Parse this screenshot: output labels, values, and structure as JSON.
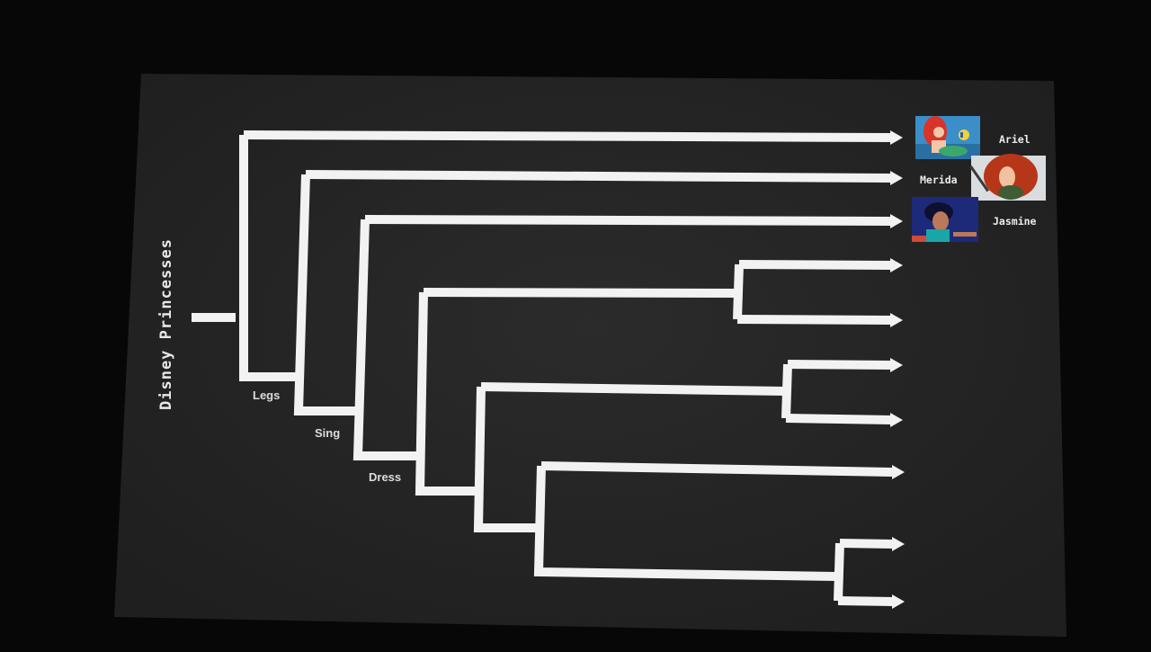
{
  "diagram": {
    "title": "Disney Princesses",
    "nodes": [
      {
        "id": "legs",
        "label": "Legs"
      },
      {
        "id": "sing",
        "label": "Sing"
      },
      {
        "id": "dress",
        "label": "Dress"
      }
    ],
    "leaves": [
      {
        "id": "ariel",
        "label": "Ariel",
        "image": "ariel-portrait"
      },
      {
        "id": "merida",
        "label": "Merida",
        "image": "merida-portrait"
      },
      {
        "id": "jasmine",
        "label": "Jasmine",
        "image": "jasmine-portrait"
      }
    ]
  },
  "colors": {
    "screen": "#262626",
    "branch": "#f2f2f2",
    "text": "#e8e8e8"
  }
}
